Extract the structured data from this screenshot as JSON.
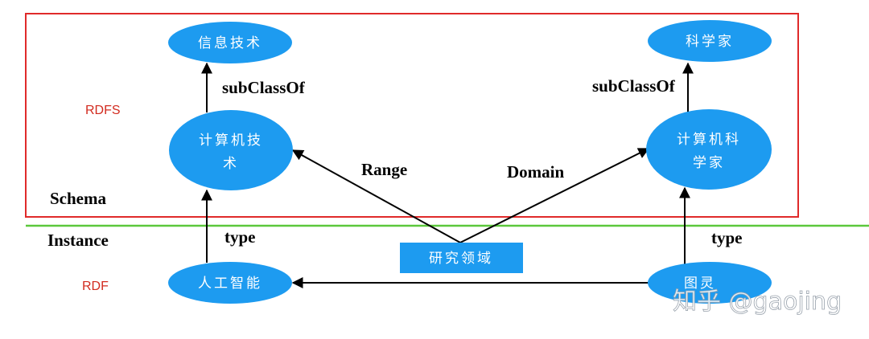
{
  "regions": {
    "schema_label": "Schema",
    "instance_label": "Instance",
    "rdfs_label": "RDFS",
    "rdf_label": "RDF"
  },
  "nodes": {
    "info_tech": "信息技术",
    "scientist": "科学家",
    "cs_tech_line1": "计算机技",
    "cs_tech_line2": "术",
    "cs_scientist_line1": "计算机科",
    "cs_scientist_line2": "学家",
    "research_field": "研究领域",
    "ai": "人工智能",
    "turing": "图灵"
  },
  "edges": {
    "subclass_left": "subClassOf",
    "subclass_right": "subClassOf",
    "range": "Range",
    "domain": "Domain",
    "type_left": "type",
    "type_right": "type"
  },
  "watermark": "知乎 @gaojing",
  "colors": {
    "node_fill": "#1d9bf0",
    "box_fill": "#1d9bf0",
    "schema_border": "#e02a2a",
    "divider": "#5cc83c"
  }
}
